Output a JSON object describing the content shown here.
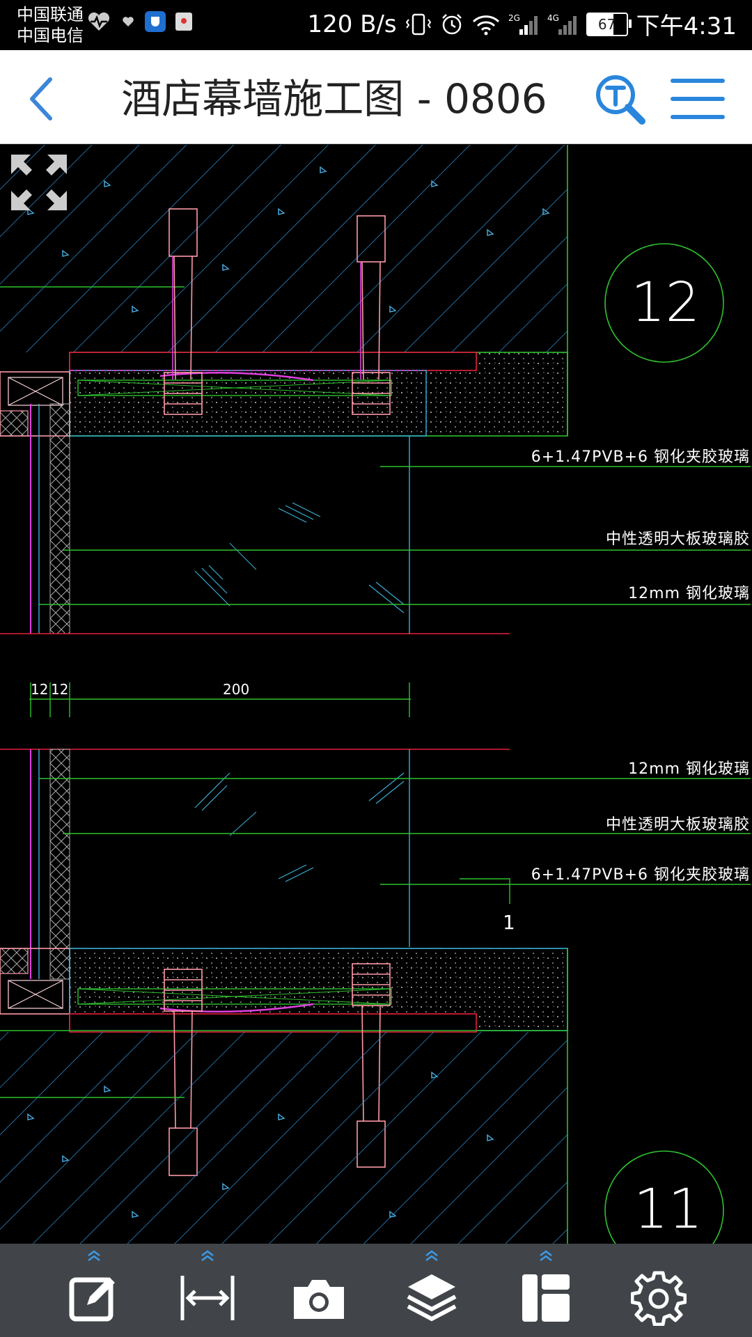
{
  "status_bar": {
    "carrier1": "中国联通",
    "carrier2": "中国电信",
    "net_speed": "120 B/s",
    "signal1": "2G",
    "signal2": "4G",
    "battery": "67",
    "time": "下午4:31"
  },
  "header": {
    "title": "酒店幕墙施工图 - 0806",
    "back_icon": "chevron-left-icon",
    "search_icon": "text-search-icon",
    "menu_icon": "hamburger-menu-icon"
  },
  "drawing": {
    "detail_top": "12",
    "detail_bottom": "11",
    "labels_top": [
      "6+1.47PVB+6 钢化夹胶玻璃",
      "中性透明大板玻璃胶",
      "12mm 钢化玻璃"
    ],
    "labels_bottom": [
      "12mm 钢化玻璃",
      "中性透明大板玻璃胶",
      "6+1.47PVB+6 钢化夹胶玻璃"
    ],
    "dims": [
      "12",
      "12",
      "200"
    ],
    "marker": "1",
    "colors": {
      "green": "#2ec22e",
      "red": "#e8203a",
      "magenta": "#e040e0",
      "cyan": "#3ab0d8",
      "pink": "#ff9aa8"
    }
  },
  "toolbar": {
    "items": [
      {
        "name": "edit-annotate",
        "icon": "edit-icon",
        "expandable": true
      },
      {
        "name": "measure",
        "icon": "measure-icon",
        "expandable": true
      },
      {
        "name": "camera",
        "icon": "camera-icon",
        "expandable": false
      },
      {
        "name": "layers",
        "icon": "layers-icon",
        "expandable": true
      },
      {
        "name": "layout",
        "icon": "layout-icon",
        "expandable": true
      },
      {
        "name": "settings",
        "icon": "gear-icon",
        "expandable": false
      }
    ],
    "accent": "#3d9be9"
  }
}
